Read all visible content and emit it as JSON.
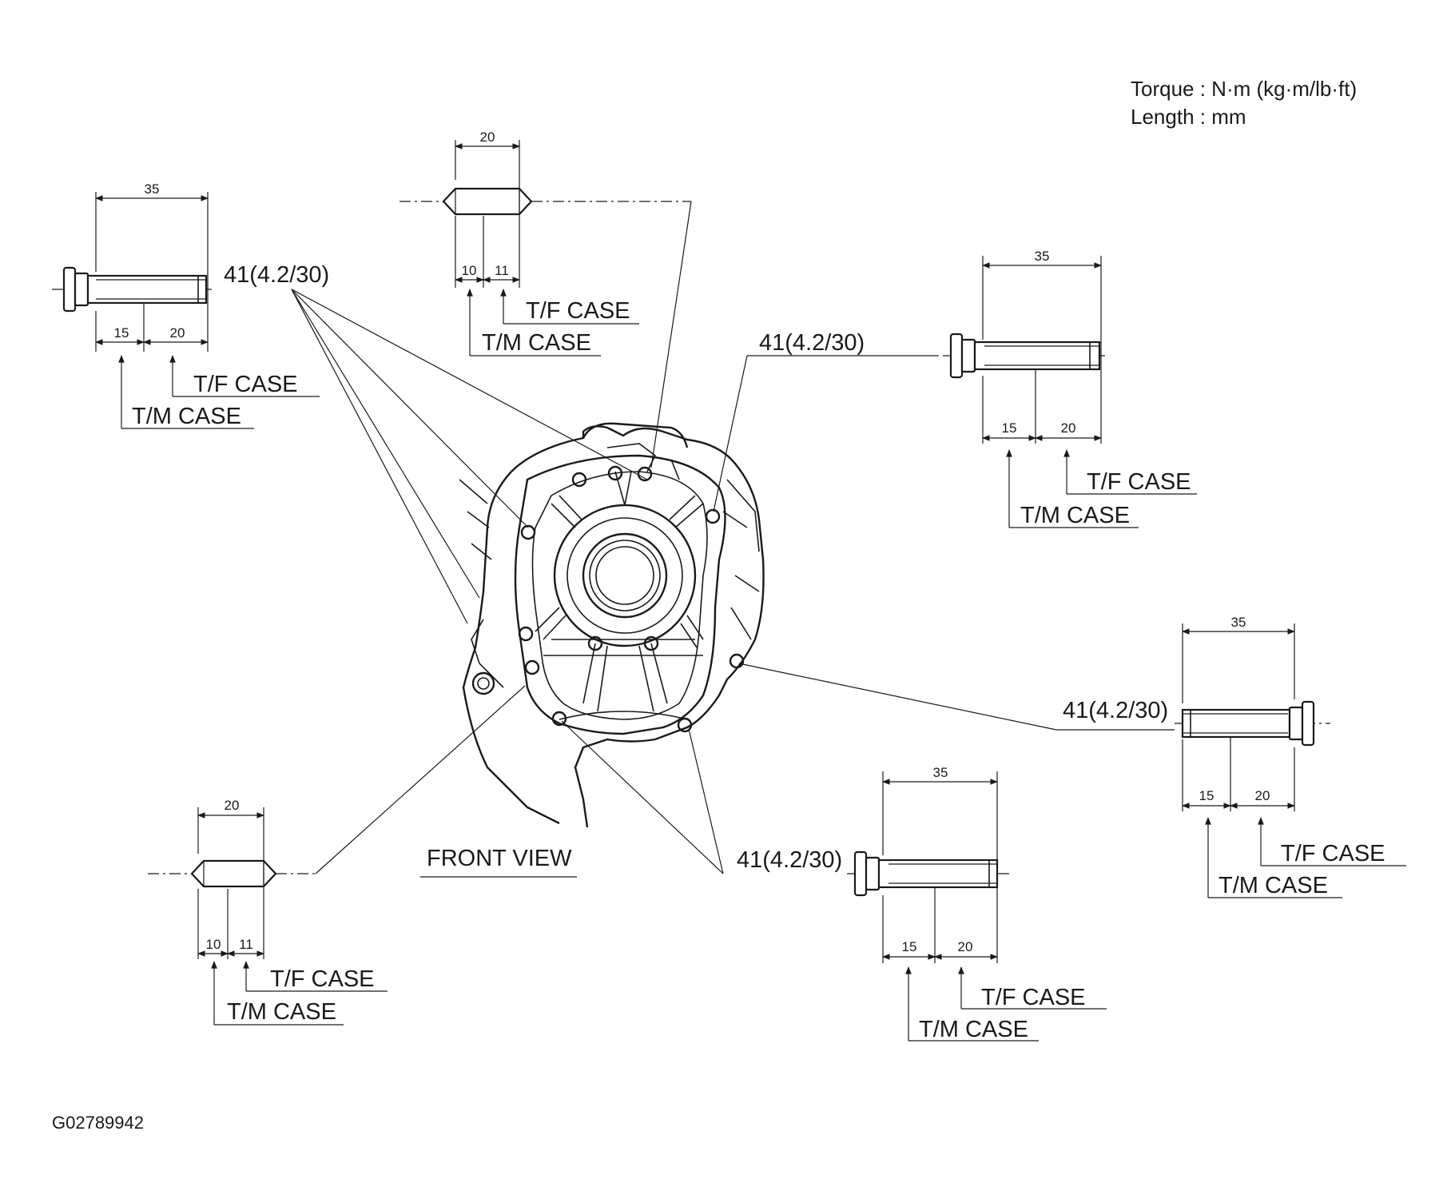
{
  "units": {
    "torque": "Torque : N·m (kg·m/lb·ft)",
    "length": "Length : mm"
  },
  "front_view_label": "FRONT VIEW",
  "figure_code": "G02789942",
  "bolts": [
    {
      "id": "upper-left",
      "torque": "41(4.2/30)",
      "overall": "35",
      "split_a": "15",
      "split_b": "20",
      "tf_label": "T/F CASE",
      "tm_label": "T/M CASE"
    },
    {
      "id": "middle-right",
      "torque": "41(4.2/30)",
      "overall": "35",
      "split_a": "15",
      "split_b": "20",
      "tf_label": "T/F CASE",
      "tm_label": "T/M CASE"
    },
    {
      "id": "lower-right",
      "torque": "41(4.2/30)",
      "overall": "35",
      "split_a": "15",
      "split_b": "20",
      "tf_label": "T/F CASE",
      "tm_label": "T/M CASE"
    },
    {
      "id": "lower-center",
      "torque": "41(4.2/30)",
      "overall": "35",
      "split_a": "15",
      "split_b": "20",
      "tf_label": "T/F CASE",
      "tm_label": "T/M CASE"
    }
  ],
  "dowels": [
    {
      "id": "top-center",
      "overall": "20",
      "split_a": "10",
      "split_b": "11",
      "tf_label": "T/F CASE",
      "tm_label": "T/M CASE"
    },
    {
      "id": "lower-left",
      "overall": "20",
      "split_a": "10",
      "split_b": "11",
      "tf_label": "T/F CASE",
      "tm_label": "T/M CASE"
    }
  ]
}
